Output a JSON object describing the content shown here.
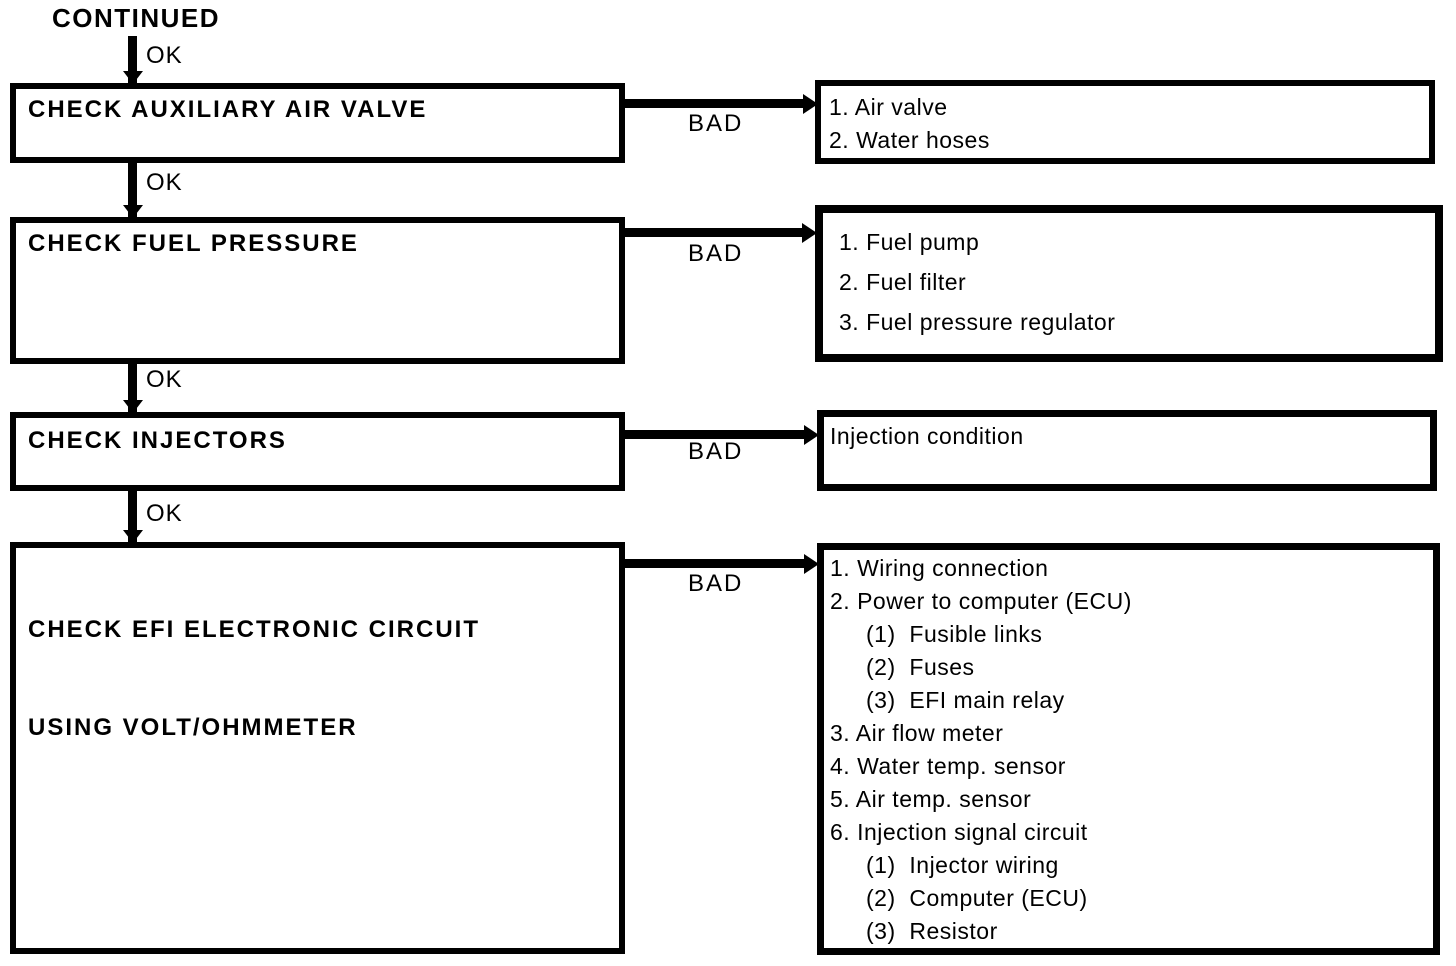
{
  "labels": {
    "continued": "CONTINUED",
    "ok": "OK",
    "bad": "BAD"
  },
  "colors": {
    "ink": "#000000",
    "paper": "#ffffff"
  },
  "steps": [
    {
      "title_lines": [
        "CHECK AUXILIARY AIR VALVE"
      ],
      "ok_label": "OK",
      "bad_label": "BAD",
      "result_lines": [
        {
          "text": "1. Air valve",
          "indent": 0
        },
        {
          "text": "2. Water hoses",
          "indent": 0
        }
      ]
    },
    {
      "title_lines": [
        "CHECK FUEL PRESSURE"
      ],
      "ok_label": "OK",
      "bad_label": "BAD",
      "result_lines": [
        {
          "text": "1. Fuel pump",
          "indent": 0
        },
        {
          "text": "2. Fuel filter",
          "indent": 0
        },
        {
          "text": "3. Fuel pressure regulator",
          "indent": 0
        }
      ]
    },
    {
      "title_lines": [
        "CHECK INJECTORS"
      ],
      "ok_label": "OK",
      "bad_label": "BAD",
      "result_lines": [
        {
          "text": "Injection condition",
          "indent": 0
        }
      ]
    },
    {
      "title_lines": [
        "CHECK EFI ELECTRONIC CIRCUIT",
        "USING VOLT/OHMMETER"
      ],
      "bad_label": "BAD",
      "result_lines": [
        {
          "text": "1. Wiring connection",
          "indent": 0
        },
        {
          "text": "2. Power to computer (ECU)",
          "indent": 0
        },
        {
          "text": "(1)  Fusible links",
          "indent": 1
        },
        {
          "text": "(2)  Fuses",
          "indent": 1
        },
        {
          "text": "(3)  EFI main relay",
          "indent": 1
        },
        {
          "text": "3. Air flow meter",
          "indent": 0
        },
        {
          "text": "4. Water temp. sensor",
          "indent": 0
        },
        {
          "text": "5. Air temp. sensor",
          "indent": 0
        },
        {
          "text": "6. Injection signal circuit",
          "indent": 0
        },
        {
          "text": "(1)  Injector wiring",
          "indent": 1
        },
        {
          "text": "(2)  Computer (ECU)",
          "indent": 1
        },
        {
          "text": "(3)  Resistor",
          "indent": 1
        }
      ]
    }
  ]
}
